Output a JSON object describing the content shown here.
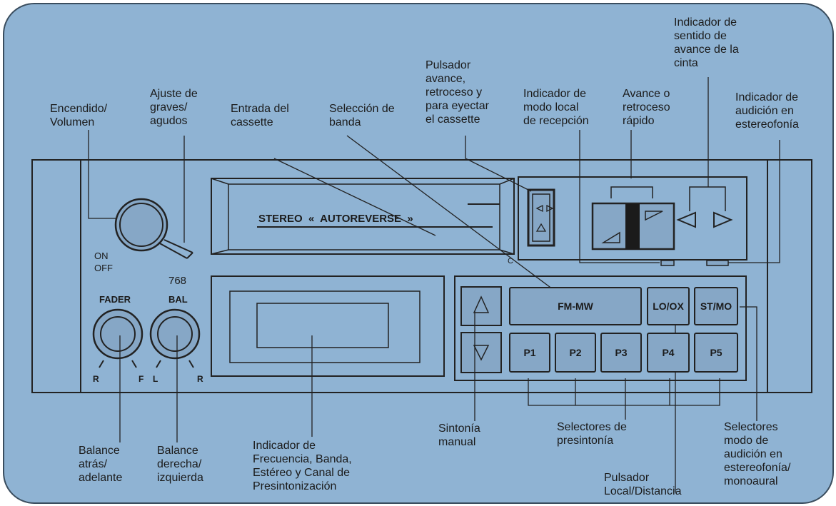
{
  "labels": {
    "encendido": [
      "Encendido/",
      "Volumen"
    ],
    "ajuste": [
      "Ajuste de",
      "graves/",
      "agudos"
    ],
    "entrada": [
      "Entrada del",
      "cassette"
    ],
    "seleccion_banda": [
      "Selección de",
      "banda"
    ],
    "pulsador_avance": [
      "Pulsador",
      "avance,",
      "retroceso y",
      "para eyectar",
      "el cassette"
    ],
    "indicador_local": [
      "Indicador de",
      "modo local",
      "de recepción"
    ],
    "avance_rapido": [
      "Avance o",
      "retroceso",
      "rápido"
    ],
    "indicador_sentido": [
      "Indicador de",
      "sentido de",
      "avance de la",
      "cinta"
    ],
    "indicador_estereo": [
      "Indicador de",
      "audición en",
      "estereofonía"
    ],
    "balance_atras": [
      "Balance",
      "atrás/",
      "adelante"
    ],
    "balance_derecha": [
      "Balance",
      "derecha/",
      "izquierda"
    ],
    "indicador_frecuencia": [
      "Indicador de",
      "Frecuencia, Banda,",
      "Estéreo y Canal de",
      "Presintonización"
    ],
    "sintonia": [
      "Sintonía",
      "manual"
    ],
    "selectores_presintonia": [
      "Selectores de",
      "presintonía"
    ],
    "pulsador_local": [
      "Pulsador",
      "Local/Distancia"
    ],
    "selectores_modo": [
      "Selectores",
      "modo de",
      "audición en",
      "estereofonía/",
      "monoaural"
    ]
  },
  "device": {
    "on_off": [
      "ON",
      "OFF"
    ],
    "fader": "FADER",
    "bal": "BAL",
    "model": "768",
    "fader_r": "R",
    "fader_f": "F",
    "bal_l": "L",
    "bal_r": "R",
    "cassette_text": "STEREO  «  AUTOREVERSE  »",
    "c_mark": "C",
    "band_button": "FM-MW",
    "lo_dx": "LO/OX",
    "st_mo": "ST/MO",
    "presets": [
      "P1",
      "P2",
      "P3",
      "P4",
      "P5"
    ]
  }
}
